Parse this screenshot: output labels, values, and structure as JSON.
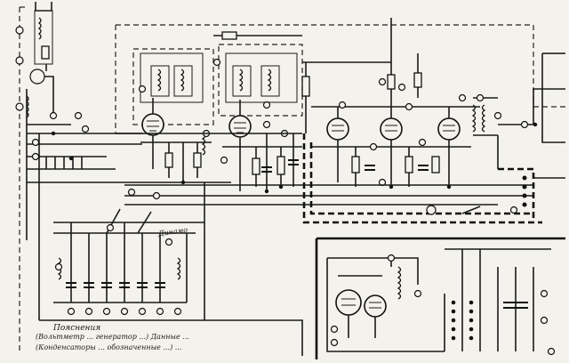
{
  "diagram": {
    "label_dinamo": "Динамо",
    "notes": {
      "title": "Пояснения",
      "line_1": "(Вольтметр ... генератор ...) Данные ...",
      "line_2": "(Конденсаторы ... обозначенные ...) ..."
    }
  }
}
